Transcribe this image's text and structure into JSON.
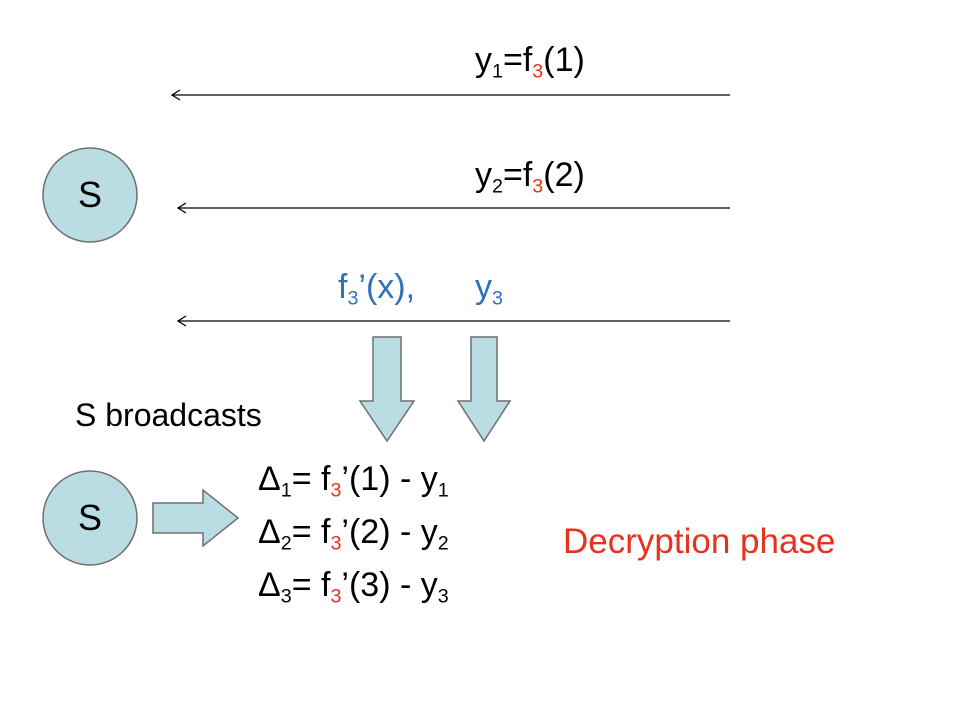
{
  "colors": {
    "node_fill": "#b9dde3",
    "node_stroke": "#6f6f6f",
    "arrow_line": "#000000",
    "block_arrow_fill": "#b9dde3",
    "block_arrow_stroke": "#6f6f6f",
    "accent_red": "#e8321e",
    "accent_blue": "#2f72b8"
  },
  "nodes": {
    "top": {
      "label": "S"
    },
    "bottom": {
      "label": "S"
    }
  },
  "messages": {
    "m1": {
      "y": "y",
      "y_sub": "1",
      "eq": "=f",
      "f_sub": "3",
      "arg": "(1)"
    },
    "m2": {
      "y": "y",
      "y_sub": "2",
      "eq": "=f",
      "f_sub": "3",
      "arg": "(2)"
    },
    "m3": {
      "f": "f",
      "f_sub": "3",
      "rest": "’(x),",
      "y": "y",
      "y_sub": "3"
    }
  },
  "broadcast_label": "S broadcasts",
  "deltas": [
    {
      "delta": "Δ",
      "sub": "1",
      "mid": "= f",
      "f_sub": "3",
      "arg": "’(1) - y",
      "y_sub": "1"
    },
    {
      "delta": "Δ",
      "sub": "2",
      "mid": "= f",
      "f_sub": "3",
      "arg": "’(2) - y",
      "y_sub": "2"
    },
    {
      "delta": "Δ",
      "sub": "3",
      "mid": "= f",
      "f_sub": "3",
      "arg": "’(3) - y",
      "y_sub": "3"
    }
  ],
  "phase_label": "Decryption phase"
}
